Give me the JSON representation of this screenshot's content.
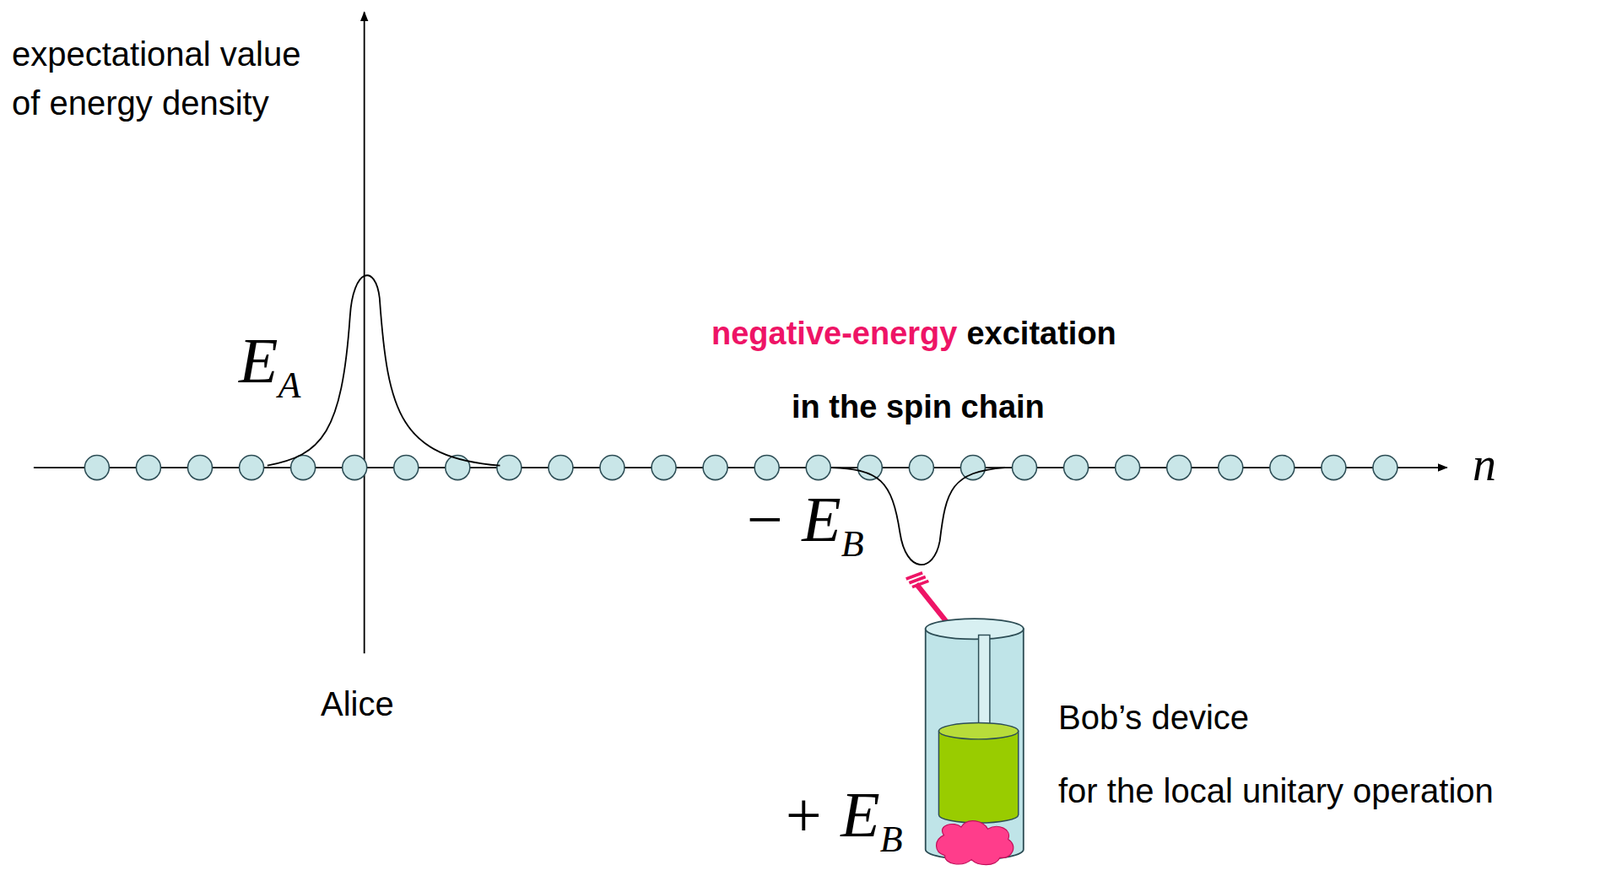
{
  "diagram": {
    "labels": [
      "expectational value",
      "of energy density",
      "E",
      "A",
      "negative-energy",
      "excitation",
      "in the spin chain",
      "n",
      "− E",
      "B",
      "Alice",
      "Bob’s device",
      "for the local unitary operation",
      "+ E",
      "B"
    ]
  }
}
